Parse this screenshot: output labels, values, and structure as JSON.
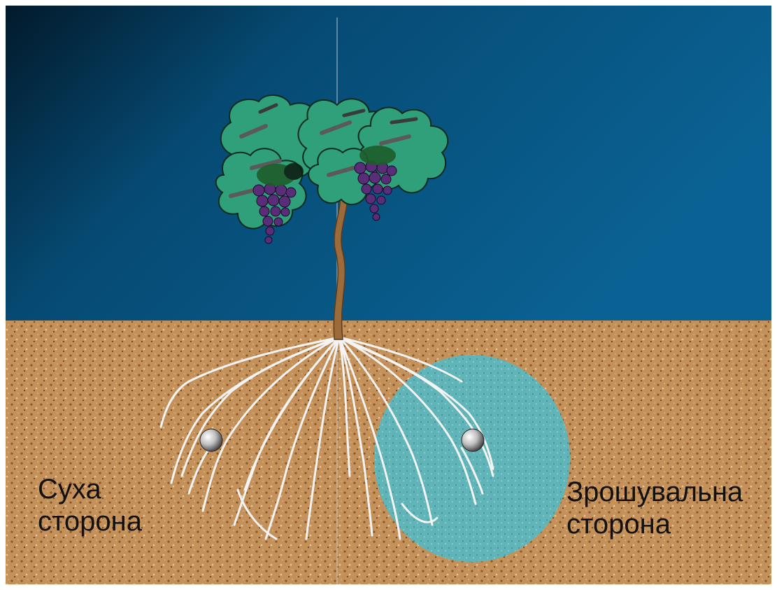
{
  "labels": {
    "left_line1": "Суха",
    "left_line2": "сторона",
    "right_line1": "Зрошувальна",
    "right_line2": "сторона"
  },
  "colors": {
    "sky_dark": "#021a2b",
    "sky_light": "#0a6294",
    "soil": "#c4915a",
    "water": "#5cb7bd",
    "roots": "#f4f4f4",
    "leaf": "#2fa07a",
    "grape": "#5a2d78",
    "trunk": "#9c6b3b"
  }
}
